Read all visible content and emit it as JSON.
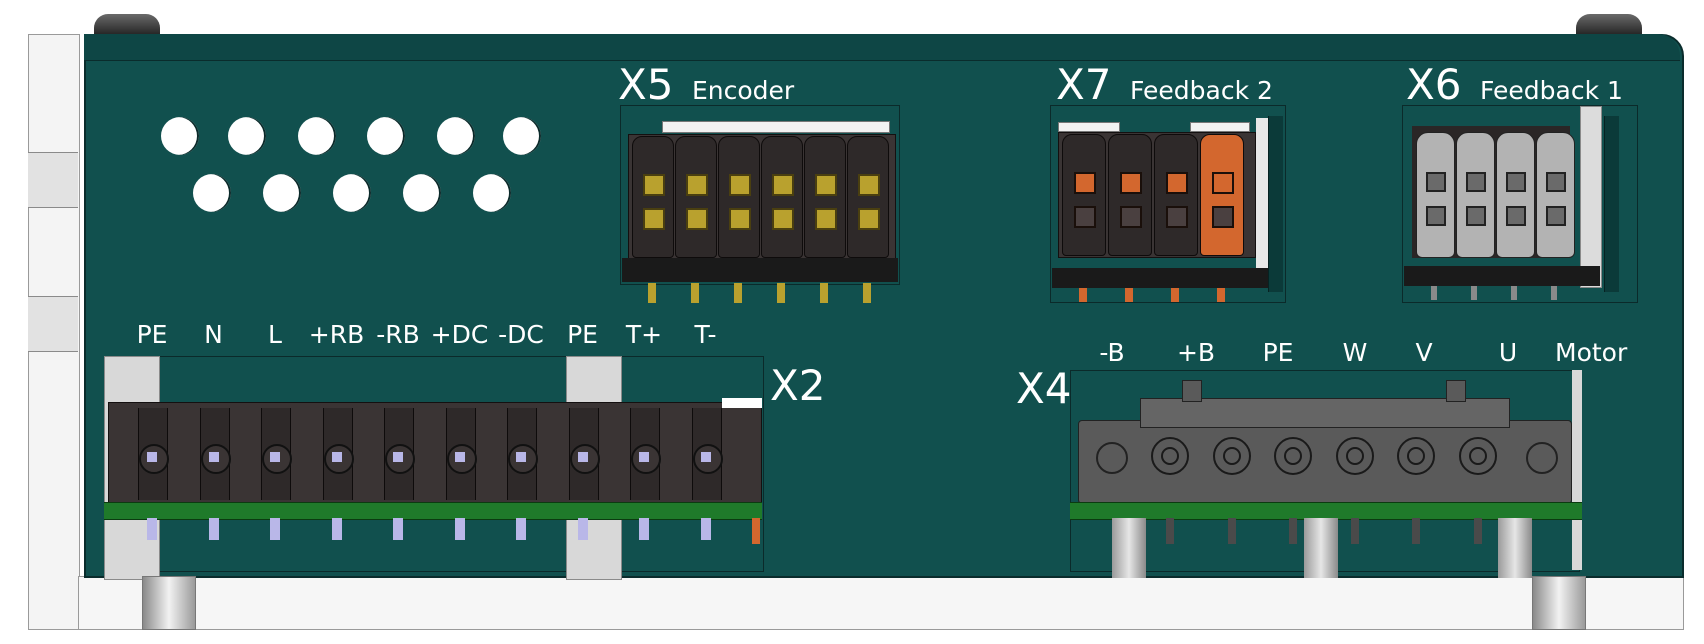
{
  "colors": {
    "board": "#11504e",
    "pcb": "#1f7a2a",
    "connector": "#3a3434",
    "encoder_pad": "#b9a12e",
    "fb2_pad": "#d3672e",
    "fb1_body": "#b3b3b3",
    "motor_body": "#5a5a5a",
    "label": "#ffffff"
  },
  "connectors": {
    "x5": {
      "id": "X5",
      "name": "Encoder"
    },
    "x7": {
      "id": "X7",
      "name": "Feedback 2"
    },
    "x6": {
      "id": "X6",
      "name": "Feedback 1"
    },
    "x2": {
      "id": "X2",
      "pins": [
        "PE",
        "N",
        "L",
        "+RB",
        "-RB",
        "+DC",
        "-DC",
        "PE",
        "T+",
        "T-"
      ]
    },
    "x4": {
      "id": "X4",
      "name": "Motor",
      "pins": [
        "-B",
        "+B",
        "PE",
        "W",
        "V",
        "U"
      ]
    }
  }
}
